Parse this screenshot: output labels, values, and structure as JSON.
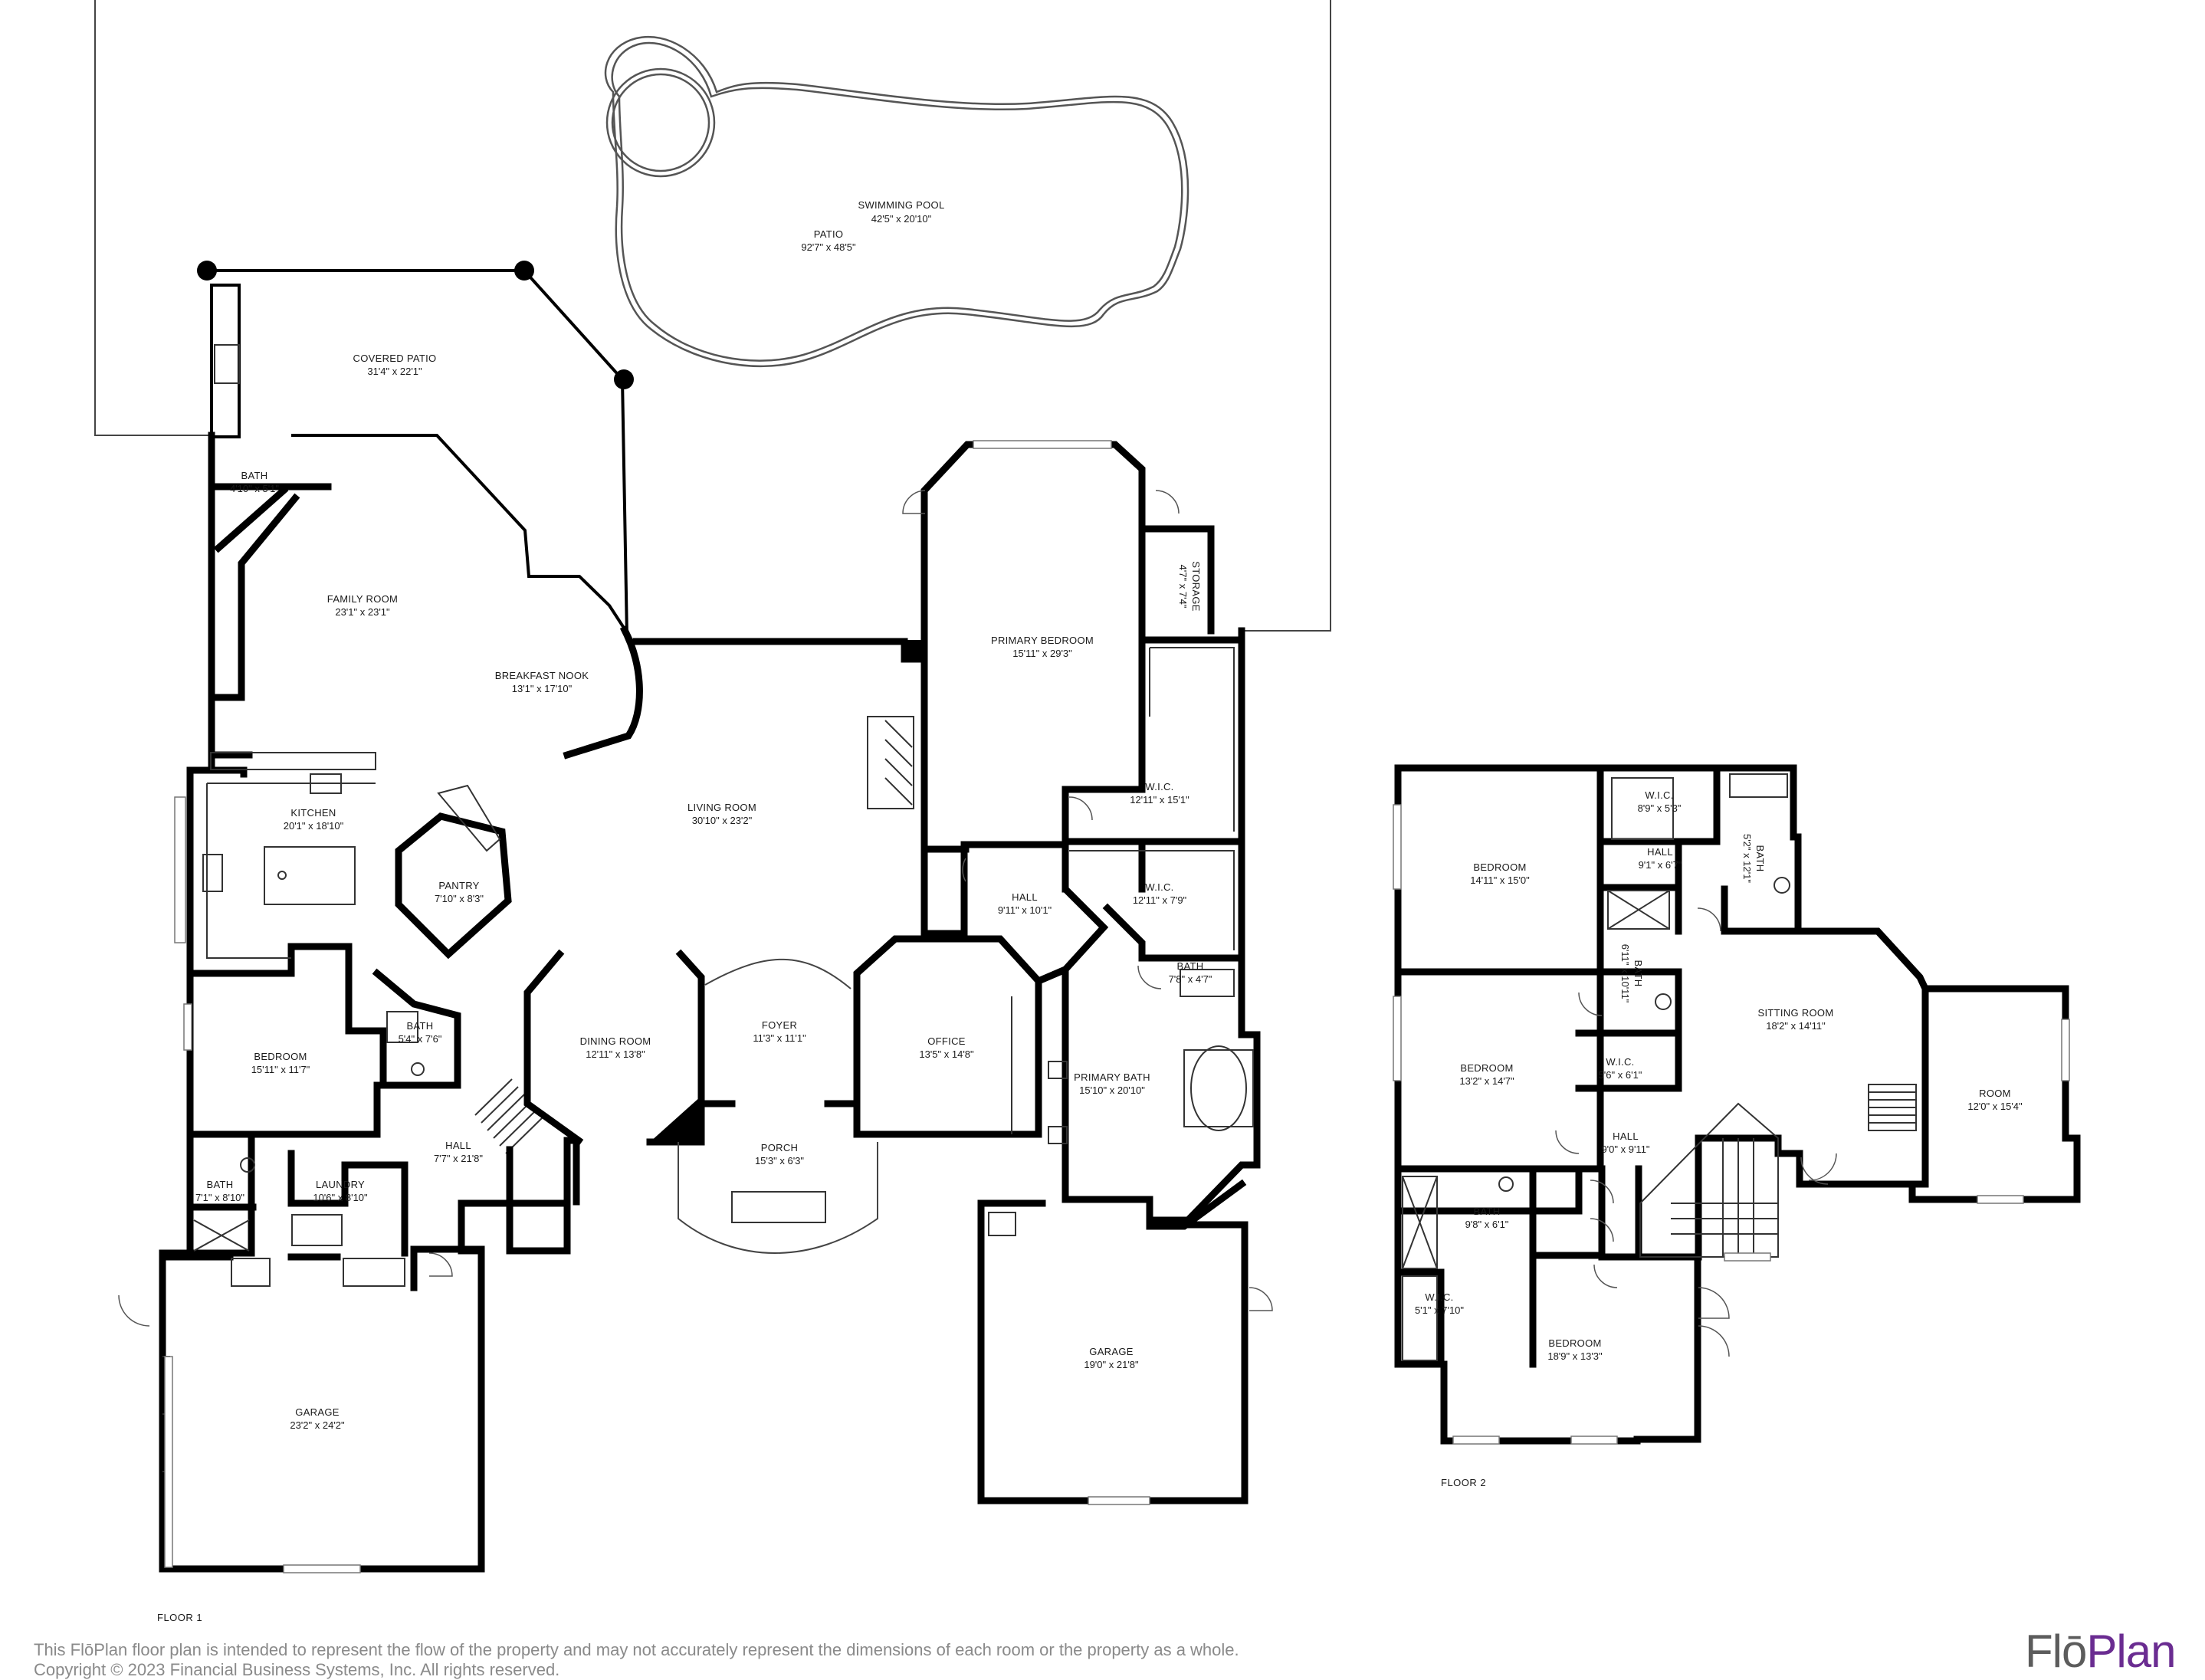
{
  "floors": [
    {
      "label": "FLOOR 1",
      "rooms": [
        {
          "name": "SWIMMING POOL",
          "dims": "42'5\" x 20'10\""
        },
        {
          "name": "PATIO",
          "dims": "92'7\" x 48'5\""
        },
        {
          "name": "COVERED PATIO",
          "dims": "31'4\" x 22'1\""
        },
        {
          "name": "BATH",
          "dims": "4'10\" x 5'1\""
        },
        {
          "name": "FAMILY ROOM",
          "dims": "23'1\" x 23'1\""
        },
        {
          "name": "BREAKFAST NOOK",
          "dims": "13'1\" x 17'10\""
        },
        {
          "name": "KITCHEN",
          "dims": "20'1\" x 18'10\""
        },
        {
          "name": "PANTRY",
          "dims": "7'10\" x 8'3\""
        },
        {
          "name": "LIVING ROOM",
          "dims": "30'10\" x 23'2\""
        },
        {
          "name": "PRIMARY BEDROOM",
          "dims": "15'11\" x 29'3\""
        },
        {
          "name": "STORAGE",
          "dims": "4'7\" x 7'4\""
        },
        {
          "name": "W.I.C.",
          "dims": "12'11\" x 15'1\""
        },
        {
          "name": "HALL",
          "dims": "9'11\" x 10'1\""
        },
        {
          "name": "W.I.C.",
          "dims": "12'11\" x 7'9\""
        },
        {
          "name": "BATH",
          "dims": "7'8\" x 4'7\""
        },
        {
          "name": "BEDROOM",
          "dims": "15'11\" x 11'7\""
        },
        {
          "name": "BATH",
          "dims": "5'4\" x 7'6\""
        },
        {
          "name": "DINING ROOM",
          "dims": "12'11\" x 13'8\""
        },
        {
          "name": "FOYER",
          "dims": "11'3\" x 11'1\""
        },
        {
          "name": "OFFICE",
          "dims": "13'5\" x 14'8\""
        },
        {
          "name": "PRIMARY BATH",
          "dims": "15'10\" x 20'10\""
        },
        {
          "name": "HALL",
          "dims": "7'7\" x 21'8\""
        },
        {
          "name": "PORCH",
          "dims": "15'3\" x 6'3\""
        },
        {
          "name": "BATH",
          "dims": "7'1\" x 8'10\""
        },
        {
          "name": "LAUNDRY",
          "dims": "10'6\" x 8'10\""
        },
        {
          "name": "GARAGE",
          "dims": "23'2\" x 24'2\""
        },
        {
          "name": "GARAGE",
          "dims": "19'0\" x 21'8\""
        }
      ]
    },
    {
      "label": "FLOOR 2",
      "rooms": [
        {
          "name": "BEDROOM",
          "dims": "14'11\" x 15'0\""
        },
        {
          "name": "W.I.C.",
          "dims": "8'9\" x 5'3\""
        },
        {
          "name": "HALL",
          "dims": "9'1\" x 6'7\""
        },
        {
          "name": "BATH",
          "dims": "5'2\" x 12'1\""
        },
        {
          "name": "BATH",
          "dims": "6'11\" x 10'11\""
        },
        {
          "name": "SITTING ROOM",
          "dims": "18'2\" x 14'11\""
        },
        {
          "name": "BEDROOM",
          "dims": "13'2\" x 14'7\""
        },
        {
          "name": "W.I.C.",
          "dims": "5'6\" x 6'1\""
        },
        {
          "name": "ROOM",
          "dims": "12'0\" x 15'4\""
        },
        {
          "name": "HALL",
          "dims": "9'0\" x 9'11\""
        },
        {
          "name": "BATH",
          "dims": "9'8\" x 6'1\""
        },
        {
          "name": "W.I.C.",
          "dims": "5'1\" x 7'10\""
        },
        {
          "name": "BEDROOM",
          "dims": "18'9\" x 13'3\""
        }
      ]
    }
  ],
  "disclaimer": {
    "line1": "This FlōPlan floor plan is intended to represent the flow of the property and may not accurately represent the dimensions of each room or the property as a whole.",
    "line2": "Copyright © 2023 Financial Business Systems, Inc. All rights reserved."
  },
  "brand": {
    "part1": "Flō",
    "part2": "Plan"
  },
  "colors": {
    "walls": "#000000",
    "text": "#1a1a1a",
    "disclaimer": "#8a8a8a",
    "brand_gray": "#5c5c5c",
    "brand_purple": "#6a2c91"
  }
}
